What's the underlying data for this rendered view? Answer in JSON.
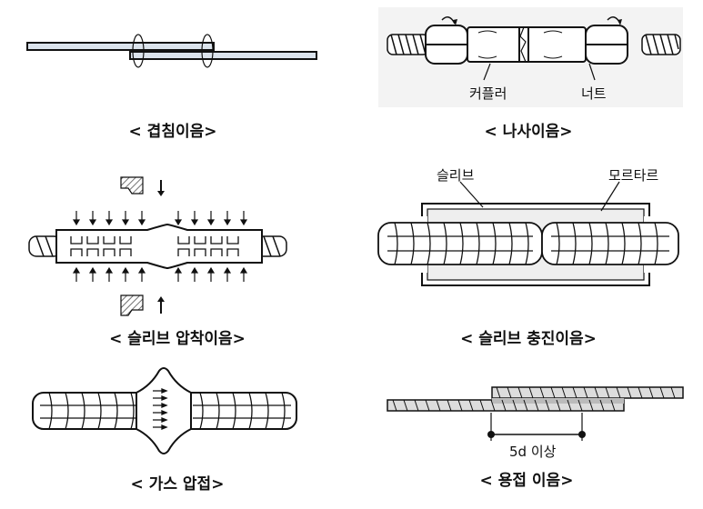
{
  "panels": {
    "lap": {
      "caption": "< 겹침이음>"
    },
    "screw": {
      "caption": "< 나사이음>",
      "label_coupler": "커플러",
      "label_nut": "너트"
    },
    "sleeve_press": {
      "caption": "< 슬리브 압착이음>"
    },
    "sleeve_fill": {
      "caption": "< 슬리브 충진이음>",
      "label_sleeve": "슬리브",
      "label_mortar": "모르타르"
    },
    "gas": {
      "caption": "< 가스 압접>"
    },
    "weld": {
      "caption": "< 용접 이음>",
      "label_length": "5d 이상"
    }
  },
  "colors": {
    "line": "#111111",
    "bar_fill": "#dbe3ec",
    "hatch": "#444444",
    "bg_gray": "#f3f3f3"
  }
}
